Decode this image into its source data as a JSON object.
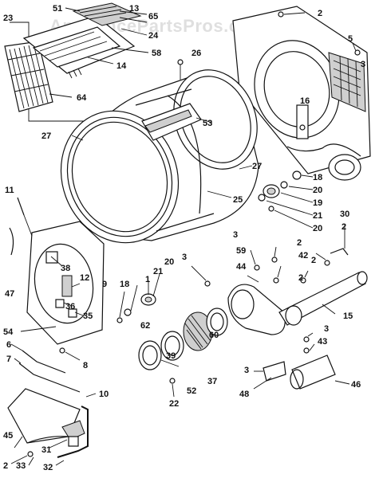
{
  "watermark": "AppliancePartsPros.com",
  "callouts": [
    {
      "id": "23",
      "label": "23"
    },
    {
      "id": "51",
      "label": "51"
    },
    {
      "id": "13",
      "label": "13"
    },
    {
      "id": "65",
      "label": "65"
    },
    {
      "id": "24",
      "label": "24"
    },
    {
      "id": "58",
      "label": "58"
    },
    {
      "id": "14",
      "label": "14"
    },
    {
      "id": "64",
      "label": "64"
    },
    {
      "id": "26",
      "label": "26"
    },
    {
      "id": "53",
      "label": "53"
    },
    {
      "id": "27a",
      "label": "27"
    },
    {
      "id": "27b",
      "label": "27"
    },
    {
      "id": "2a",
      "label": "2"
    },
    {
      "id": "5",
      "label": "5"
    },
    {
      "id": "3a",
      "label": "3"
    },
    {
      "id": "16",
      "label": "16"
    },
    {
      "id": "18a",
      "label": "18"
    },
    {
      "id": "20a",
      "label": "20"
    },
    {
      "id": "19",
      "label": "19"
    },
    {
      "id": "21a",
      "label": "21"
    },
    {
      "id": "20b",
      "label": "20"
    },
    {
      "id": "25",
      "label": "25"
    },
    {
      "id": "11",
      "label": "11"
    },
    {
      "id": "47",
      "label": "47"
    },
    {
      "id": "38",
      "label": "38"
    },
    {
      "id": "12",
      "label": "12"
    },
    {
      "id": "36",
      "label": "36"
    },
    {
      "id": "35",
      "label": "35"
    },
    {
      "id": "3b",
      "label": "3"
    },
    {
      "id": "20c",
      "label": "20"
    },
    {
      "id": "21b",
      "label": "21"
    },
    {
      "id": "1",
      "label": "1"
    },
    {
      "id": "18b",
      "label": "18"
    },
    {
      "id": "9",
      "label": "9"
    },
    {
      "id": "3c",
      "label": "3"
    },
    {
      "id": "59",
      "label": "59"
    },
    {
      "id": "44",
      "label": "44"
    },
    {
      "id": "2b",
      "label": "2"
    },
    {
      "id": "42",
      "label": "42"
    },
    {
      "id": "30",
      "label": "30"
    },
    {
      "id": "2c",
      "label": "2"
    },
    {
      "id": "2d",
      "label": "2"
    },
    {
      "id": "2e",
      "label": "2"
    },
    {
      "id": "15",
      "label": "15"
    },
    {
      "id": "54",
      "label": "54"
    },
    {
      "id": "6",
      "label": "6"
    },
    {
      "id": "7",
      "label": "7"
    },
    {
      "id": "8",
      "label": "8"
    },
    {
      "id": "62",
      "label": "62"
    },
    {
      "id": "39",
      "label": "39"
    },
    {
      "id": "60",
      "label": "60"
    },
    {
      "id": "3d",
      "label": "3"
    },
    {
      "id": "43",
      "label": "43"
    },
    {
      "id": "3e",
      "label": "3"
    },
    {
      "id": "48",
      "label": "48"
    },
    {
      "id": "46",
      "label": "46"
    },
    {
      "id": "52",
      "label": "52"
    },
    {
      "id": "37",
      "label": "37"
    },
    {
      "id": "22",
      "label": "22"
    },
    {
      "id": "10",
      "label": "10"
    },
    {
      "id": "45",
      "label": "45"
    },
    {
      "id": "31",
      "label": "31"
    },
    {
      "id": "2f",
      "label": "2"
    },
    {
      "id": "33",
      "label": "33"
    },
    {
      "id": "32",
      "label": "32"
    }
  ]
}
